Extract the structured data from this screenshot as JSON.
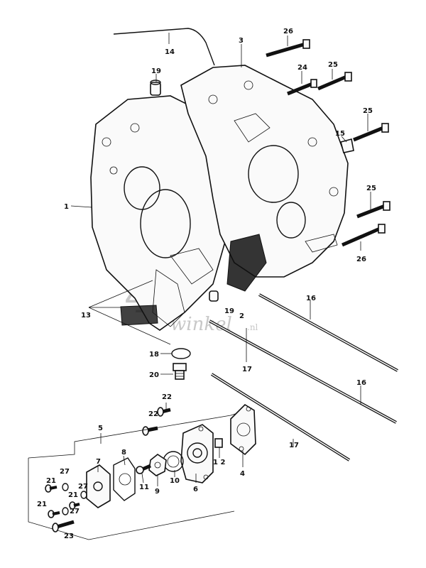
{
  "watermark": {
    "line1": "4",
    "line2": "winkel",
    "suffix": ".nl"
  },
  "labels": {
    "p1": "1",
    "p2": "2",
    "p3": "3",
    "p4": "4",
    "p5": "5",
    "p6": "6",
    "p7": "7",
    "p8": "8",
    "p9": "9",
    "p10": "10",
    "p11": "11",
    "p12": "1 2",
    "p13": "13",
    "p14": "14",
    "p15": "15",
    "p16a": "16",
    "p16b": "16",
    "p17a": "17",
    "p17b": "17",
    "p18": "18",
    "p19a": "19",
    "p19b": "19",
    "p20": "20",
    "p21a": "21",
    "p21b": "21",
    "p21c": "21",
    "p22a": "22",
    "p22b": "22",
    "p23": "23",
    "p24": "24",
    "p25a": "25",
    "p25b": "25",
    "p25c": "25",
    "p26a": "26",
    "p26b": "26",
    "p27a": "27",
    "p27b": "27",
    "p27c": "27"
  }
}
